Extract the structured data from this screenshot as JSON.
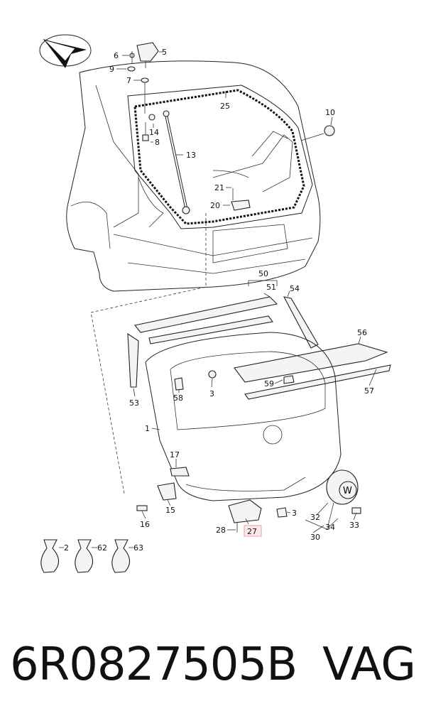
{
  "diagram": {
    "callouts": [
      "6",
      "5",
      "9",
      "7",
      "25",
      "10",
      "14",
      "8",
      "13",
      "21",
      "20",
      "50",
      "51",
      "54",
      "56",
      "59",
      "57",
      "53",
      "58",
      "3",
      "1",
      "17",
      "15",
      "16",
      "28",
      "27",
      "3",
      "32",
      "34",
      "33",
      "30",
      "2",
      "62",
      "63"
    ],
    "highlighted_callout": "27",
    "highlight_color": "#e8a0a8"
  },
  "footer": {
    "part_number": "6R0827505B",
    "brand": "VAG"
  }
}
